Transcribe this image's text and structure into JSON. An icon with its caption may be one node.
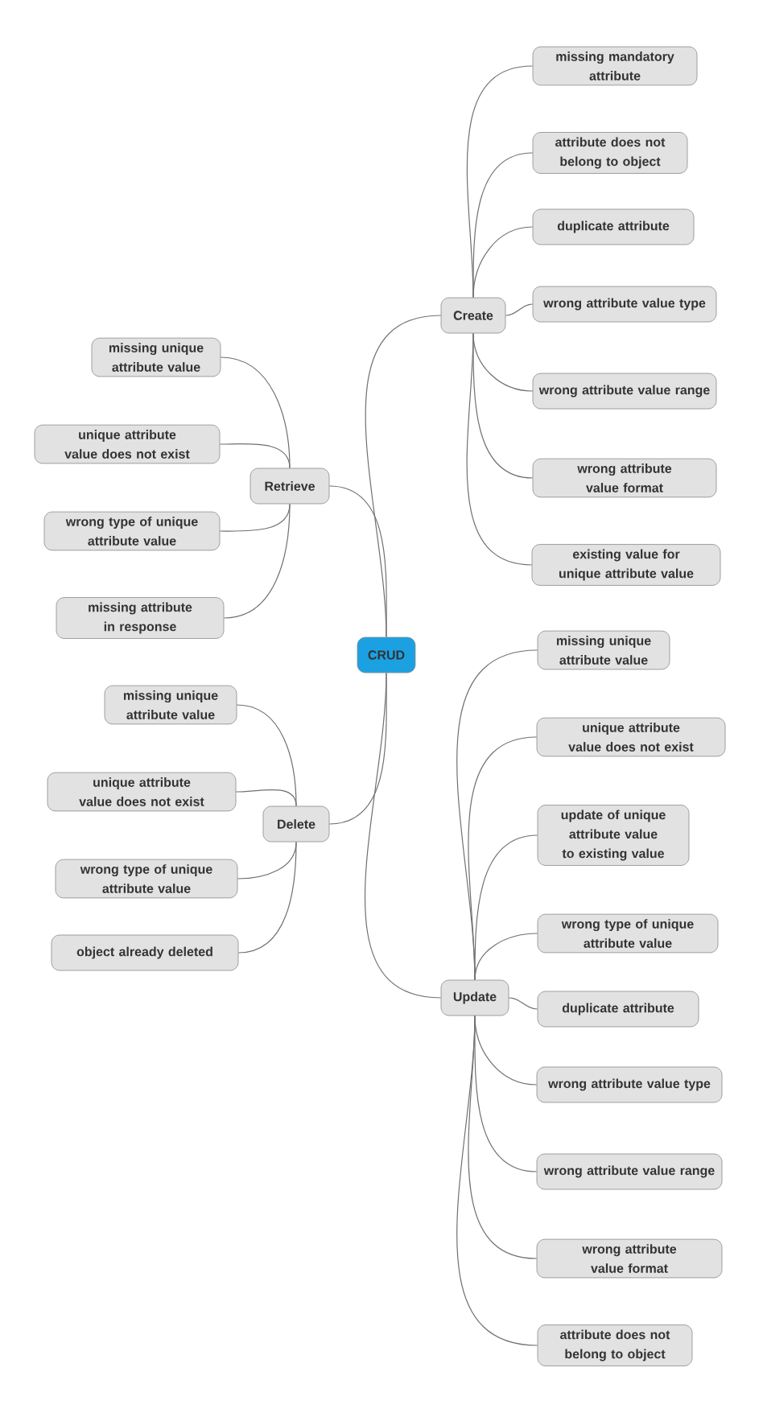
{
  "diagram": {
    "nodes": [
      {
        "text": [
          "CRUD"
        ]
      },
      {
        "text": [
          "Create"
        ]
      },
      {
        "text": [
          "missing mandatory attribute"
        ]
      },
      {
        "text": [
          "attribute does not belong to object"
        ]
      },
      {
        "text": [
          "duplicate attribute"
        ]
      },
      {
        "text": [
          "wrong attribute value type"
        ]
      },
      {
        "text": [
          "wrong attribute value range"
        ]
      },
      {
        "text": [
          "wrong attribute value format"
        ]
      },
      {
        "text": [
          "existing value for unique attribute value"
        ]
      },
      {
        "text": [
          "Retrieve"
        ]
      },
      {
        "text": [
          "missing unique attribute value"
        ]
      },
      {
        "text": [
          "unique attribute value does not exist"
        ]
      },
      {
        "text": [
          "wrong type of unique attribute value"
        ]
      },
      {
        "text": [
          "missing attribute in response"
        ]
      },
      {
        "text": [
          "Delete"
        ]
      },
      {
        "text": [
          "missing unique attribute value"
        ]
      },
      {
        "text": [
          "unique attribute value does not exist"
        ]
      },
      {
        "text": [
          "wrong type of unique attribute value"
        ]
      },
      {
        "text": [
          "object already deleted"
        ]
      },
      {
        "text": [
          "Update"
        ]
      },
      {
        "text": [
          "missing unique attribute value"
        ]
      },
      {
        "text": [
          "unique attribute value does not exist"
        ]
      },
      {
        "text": [
          "update of unique attribute value to existing value"
        ]
      },
      {
        "text": [
          "wrong type of unique attribute value"
        ]
      },
      {
        "text": [
          "duplicate attribute"
        ]
      },
      {
        "text": [
          "wrong attribute value type"
        ]
      },
      {
        "text": [
          "wrong attribute value range"
        ]
      },
      {
        "text": [
          "wrong attribute value format"
        ]
      },
      {
        "text": [
          "attribute does not belong to object"
        ]
      }
    ],
    "edges": [
      {
        "from": 0,
        "to": 1,
        "arrow": "none"
      },
      {
        "from": 1,
        "to": 2,
        "arrow": "none"
      },
      {
        "from": 1,
        "to": 3,
        "arrow": "none"
      },
      {
        "from": 1,
        "to": 4,
        "arrow": "none"
      },
      {
        "from": 1,
        "to": 5,
        "arrow": "none"
      },
      {
        "from": 1,
        "to": 6,
        "arrow": "none"
      },
      {
        "from": 1,
        "to": 7,
        "arrow": "none"
      },
      {
        "from": 1,
        "to": 8,
        "arrow": "none"
      },
      {
        "from": 0,
        "to": 9,
        "arrow": "none"
      },
      {
        "from": 9,
        "to": 10,
        "arrow": "none"
      },
      {
        "from": 9,
        "to": 11,
        "arrow": "none"
      },
      {
        "from": 9,
        "to": 12,
        "arrow": "none"
      },
      {
        "from": 9,
        "to": 13,
        "arrow": "none"
      },
      {
        "from": 0,
        "to": 14,
        "arrow": "none"
      },
      {
        "from": 14,
        "to": 15,
        "arrow": "none"
      },
      {
        "from": 14,
        "to": 16,
        "arrow": "none"
      },
      {
        "from": 14,
        "to": 17,
        "arrow": "none"
      },
      {
        "from": 14,
        "to": 18,
        "arrow": "none"
      },
      {
        "from": 0,
        "to": 19,
        "arrow": "none"
      },
      {
        "from": 19,
        "to": 20,
        "arrow": "none"
      },
      {
        "from": 19,
        "to": 21,
        "arrow": "none"
      },
      {
        "from": 19,
        "to": 22,
        "arrow": "none"
      },
      {
        "from": 19,
        "to": 23,
        "arrow": "none"
      },
      {
        "from": 19,
        "to": 24,
        "arrow": "none"
      },
      {
        "from": 19,
        "to": 25,
        "arrow": "none"
      },
      {
        "from": 19,
        "to": 26,
        "arrow": "none"
      },
      {
        "from": 19,
        "to": 27,
        "arrow": "none"
      },
      {
        "from": 19,
        "to": 28,
        "arrow": "none"
      }
    ]
  }
}
